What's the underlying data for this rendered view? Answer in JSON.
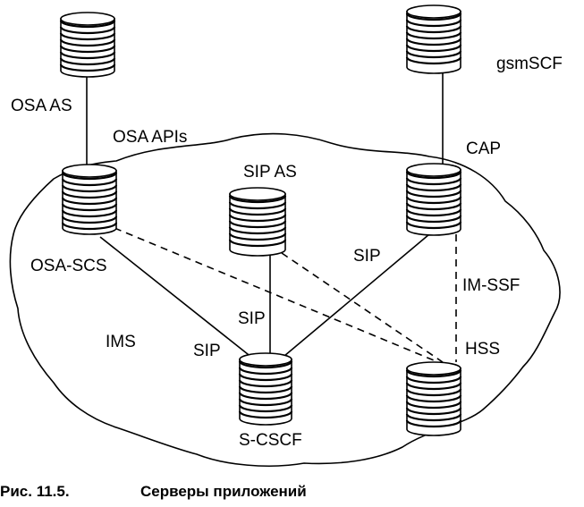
{
  "nodes": {
    "osa_as": {
      "label": "OSA AS"
    },
    "gsmscf": {
      "label": "gsmSCF"
    },
    "osa_scs": {
      "label": "OSA-SCS"
    },
    "sip_as": {
      "label": "SIP AS"
    },
    "im_ssf": {
      "label": "IM-SSF"
    },
    "s_cscf": {
      "label": "S-CSCF"
    },
    "hss": {
      "label": "HSS"
    }
  },
  "links": {
    "osa_apis": "OSA APIs",
    "cap": "CAP",
    "sip_osa": "SIP",
    "sip_as": "SIP",
    "sip_imssf": "SIP"
  },
  "cloud_label": "IMS",
  "caption": {
    "number": "Рис. 11.5.",
    "title": "Серверы приложений"
  }
}
